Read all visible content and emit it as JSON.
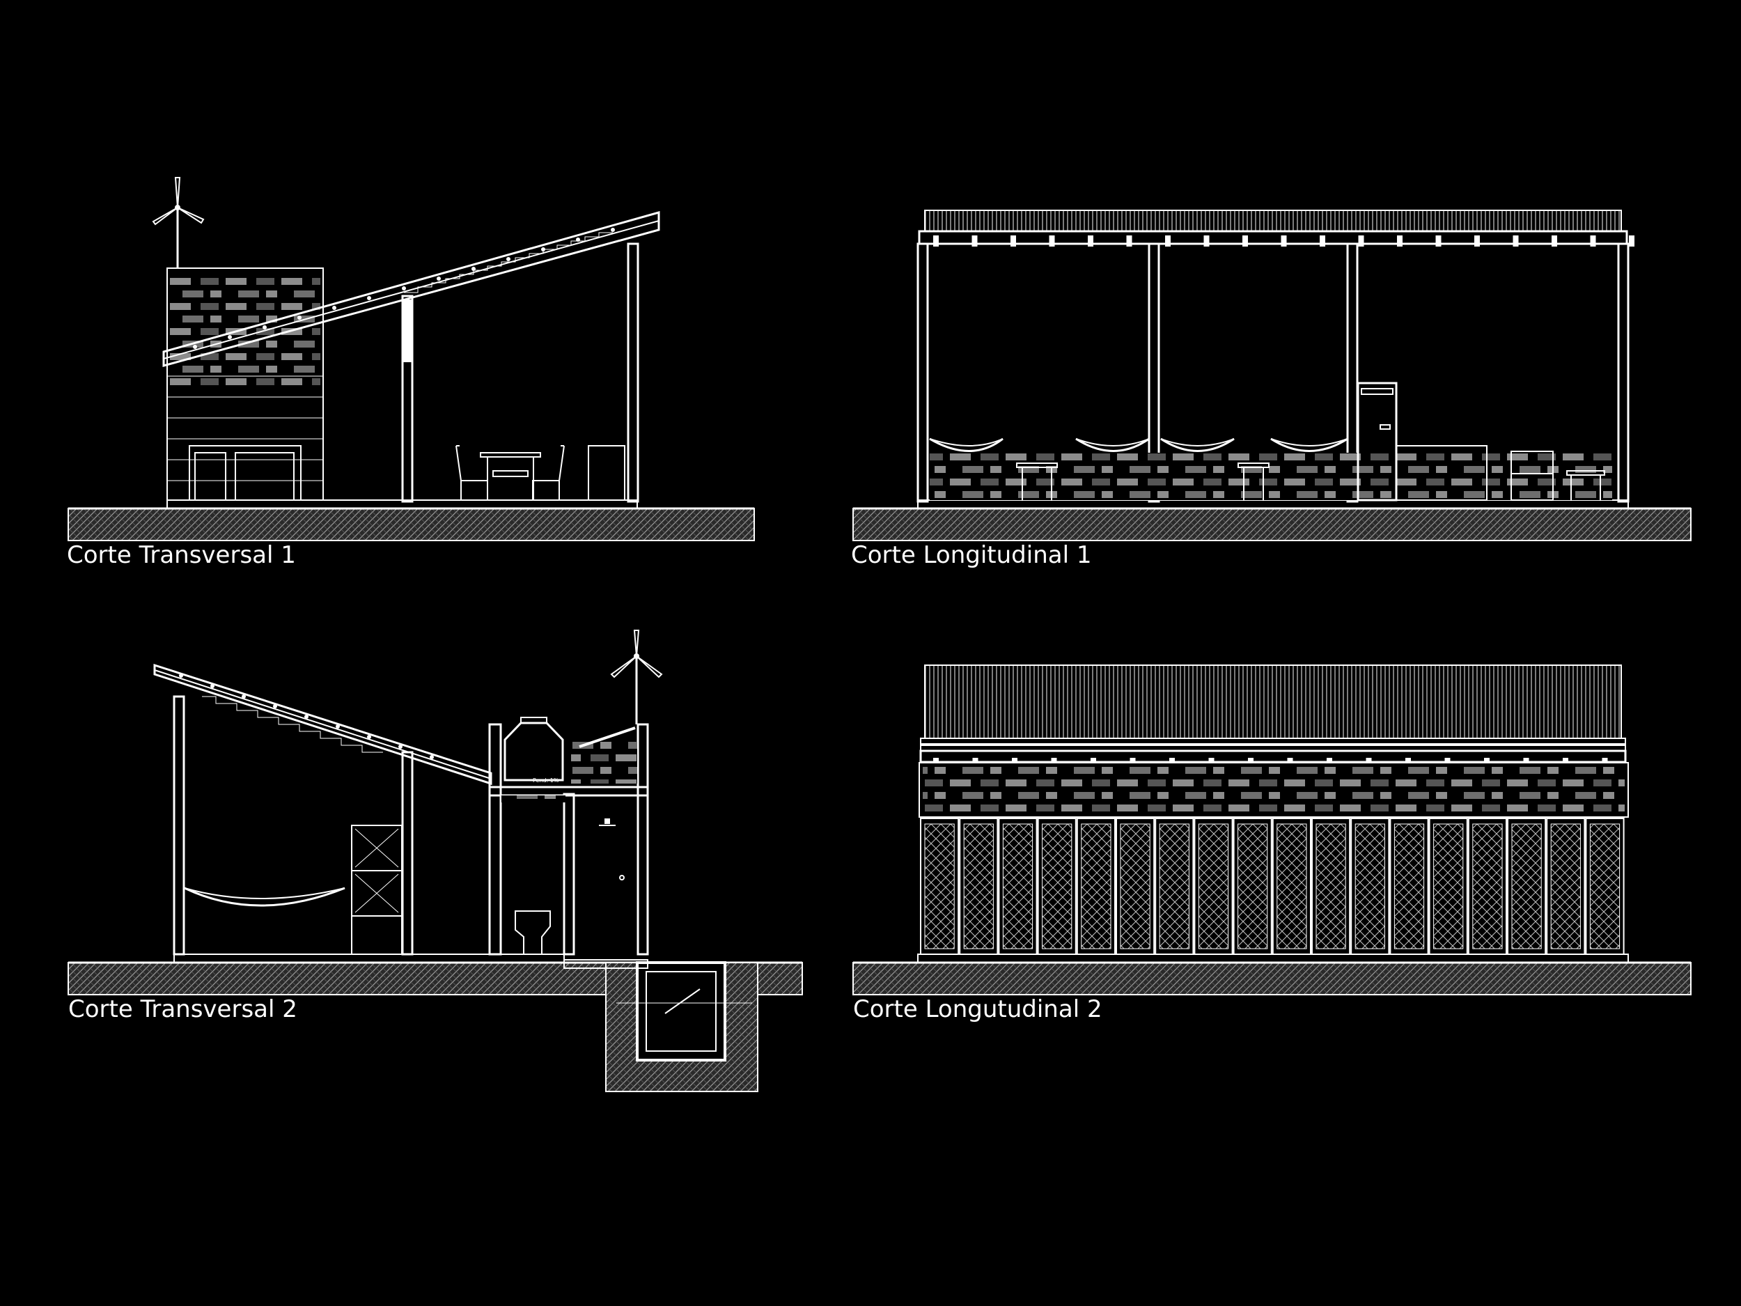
{
  "drawings": {
    "corte_transversal_1": {
      "label": "Corte Transversal 1"
    },
    "corte_longitudinal_1": {
      "label": "Corte Longitudinal 1"
    },
    "corte_transversal_2": {
      "label": "Corte Transversal 2",
      "tank_note": "Pend. 1%"
    },
    "corte_longitudinal_2": {
      "label": "Corte Longutudinal 2"
    }
  },
  "colors": {
    "background": "#000000",
    "linework": "#ffffff",
    "brick_fill": "#9a9a9a",
    "ground_hatch": "#8a8a8a"
  }
}
